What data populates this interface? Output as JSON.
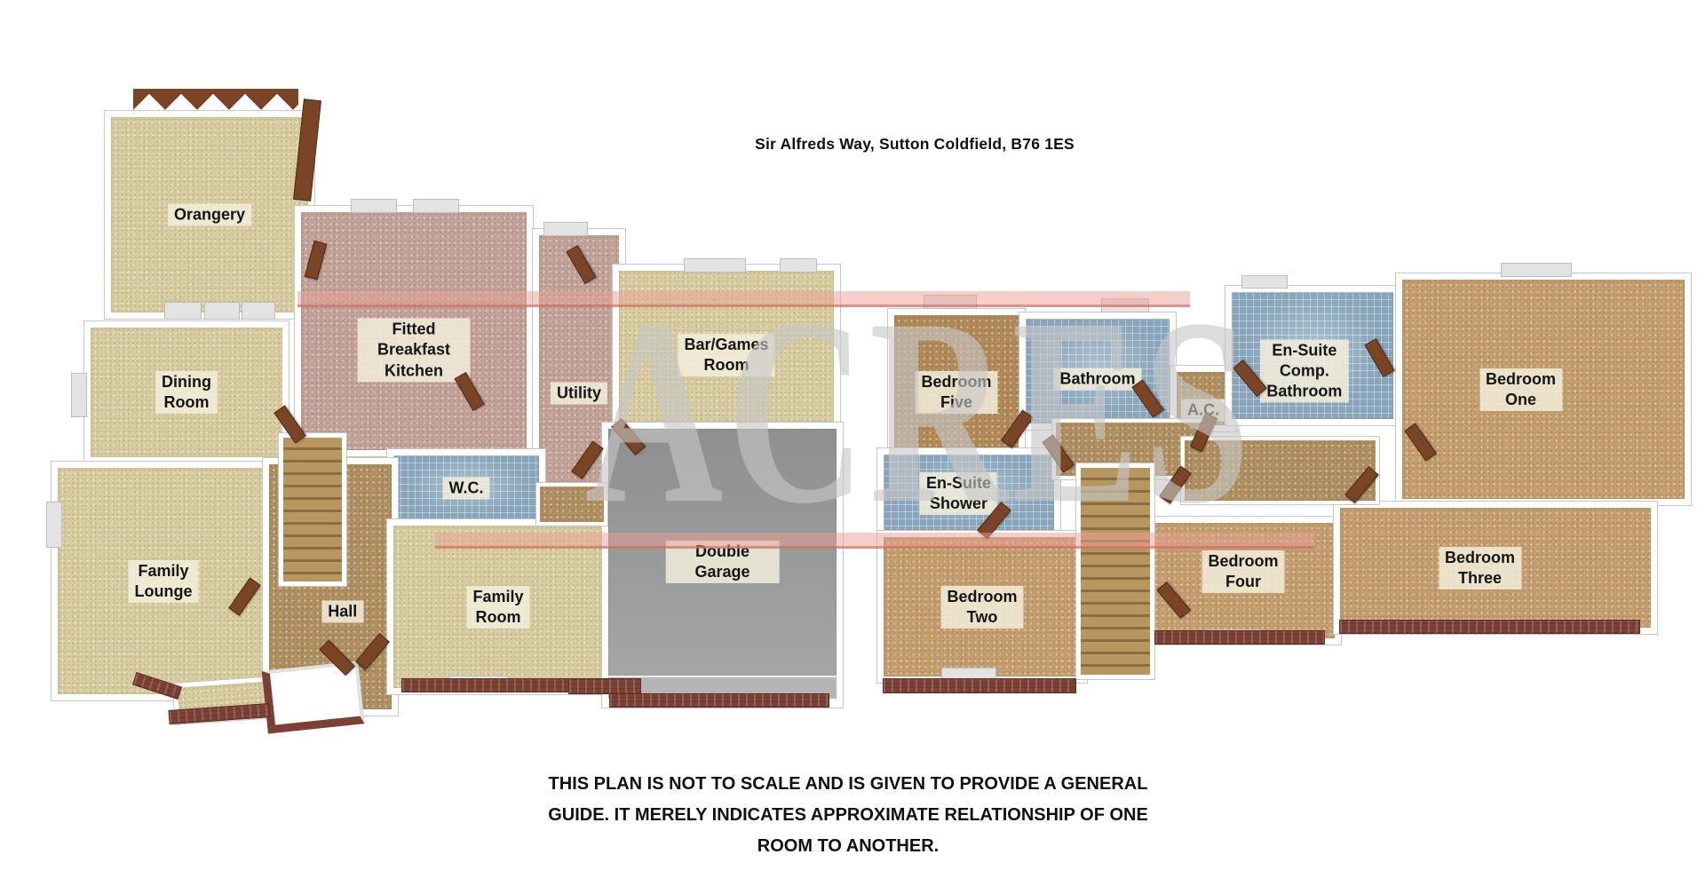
{
  "title": "Sir Alfreds Way, Sutton Coldfield, B76 1ES",
  "disclaimer": "THIS PLAN IS NOT TO SCALE AND IS GIVEN TO PROVIDE A GENERAL\nGUIDE. IT MERELY INDICATES APPROXIMATE RELATIONSHIP OF ONE\nROOM TO ANOTHER.",
  "watermark": {
    "text": "ACRES"
  },
  "ground": {
    "rooms": {
      "orangery": {
        "label": "Orangery"
      },
      "dining_room": {
        "label": "Dining\nRoom"
      },
      "family_lounge": {
        "label": "Family\nLounge"
      },
      "kitchen": {
        "label": "Fitted Breakfast\nKitchen"
      },
      "utility": {
        "label": "Utility"
      },
      "bar_games_room": {
        "label": "Bar/Games\nRoom"
      },
      "wc": {
        "label": "W.C."
      },
      "hall": {
        "label": "Hall"
      },
      "family_room": {
        "label": "Family\nRoom"
      },
      "double_garage": {
        "label": "Double Garage"
      }
    }
  },
  "first": {
    "rooms": {
      "bedroom_five": {
        "label": "Bedroom\nFive"
      },
      "bathroom": {
        "label": "Bathroom"
      },
      "airing_cupboard": {
        "label": "A.C."
      },
      "ensuite_comp_bathroom": {
        "label": "En-Suite Comp.\nBathroom"
      },
      "bedroom_one": {
        "label": "Bedroom\nOne"
      },
      "ensuite_shower": {
        "label": "En-Suite\nShower"
      },
      "bedroom_two": {
        "label": "Bedroom\nTwo"
      },
      "bedroom_four": {
        "label": "Bedroom\nFour"
      },
      "bedroom_three": {
        "label": "Bedroom\nThree"
      }
    }
  },
  "colors": {
    "carpet_beige": "#d8cc9f",
    "kitchen_pink": "#c3a398",
    "tile_blue": "#87a4ba",
    "carpet_brown": "#c59e6e",
    "carpet_brown_dark": "#b28a58",
    "landing_tan": "#b09060",
    "garage_grey": "#9a9a9a",
    "wall_white": "#ffffff",
    "wall_edge": "#c6c6c6",
    "door_brown": "#7a4526",
    "brick_red": "#7c4134",
    "label_bg": "rgba(242,237,219,0.85)",
    "watermark_grey": "rgba(198,198,198,0.62)",
    "watermark_red": "rgba(233,160,150,0.5)",
    "text_black": "#111111"
  }
}
